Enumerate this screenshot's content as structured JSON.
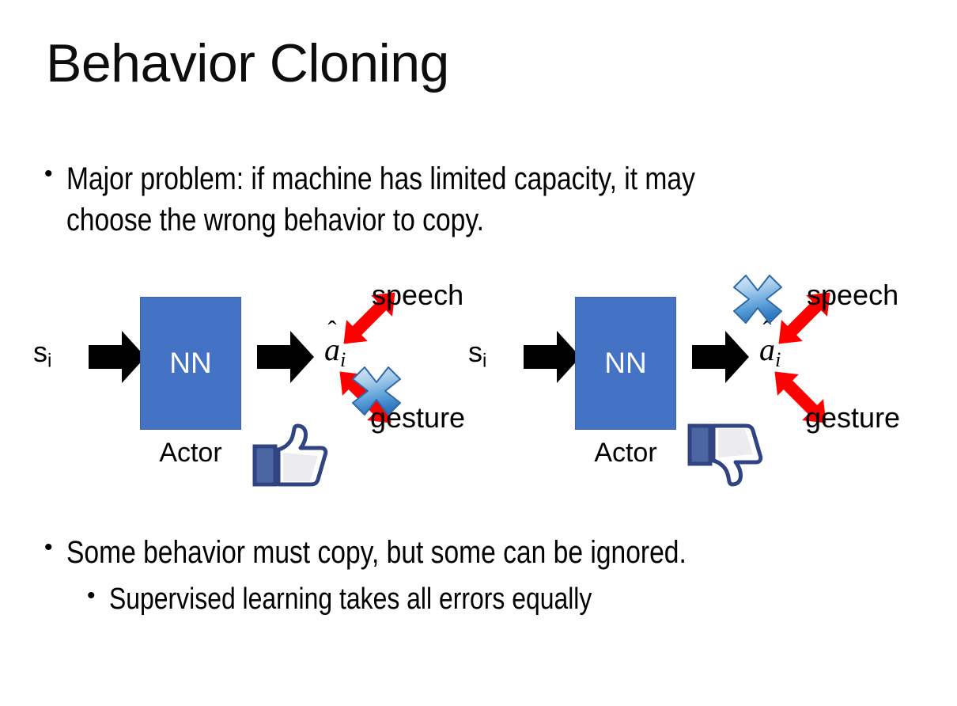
{
  "slide": {
    "title": "Behavior Cloning",
    "background_color": "#ffffff",
    "text_color": "#000000"
  },
  "bullets": {
    "top": {
      "marker": "•",
      "text": "Major problem: if machine has limited capacity, it may choose the wrong behavior to copy."
    },
    "bottom_primary": {
      "marker": "•",
      "text": "Some behavior must copy, but some can be ignored."
    },
    "bottom_secondary": {
      "marker": "•",
      "text": "Supervised learning takes all errors equally"
    }
  },
  "diagrams": [
    {
      "id": "diagram-1",
      "state_symbol": "s",
      "state_subscript": "i",
      "in_arrow_icon": "black-block-arrow-right-icon",
      "box_label": "NN",
      "box_caption": "Actor",
      "box_color": "#4472C4",
      "box_border_color": "#3c65ad",
      "box_text_color": "#ffffff",
      "out_arrow_icon": "black-block-arrow-right-icon",
      "action_symbol": "a",
      "action_hat": "ˆ",
      "action_subscript": "i",
      "output_upper_label": "speech",
      "output_lower_label": "gesture",
      "red_arrow_color": "#FF0000",
      "crossed_out": "gesture",
      "x_mark_icon": "blue-x-cross-icon",
      "feedback_icon": "thumbs-up-icon",
      "feedback_color": "#3b5998"
    },
    {
      "id": "diagram-2",
      "state_symbol": "s",
      "state_subscript": "i",
      "in_arrow_icon": "black-block-arrow-right-icon",
      "box_label": "NN",
      "box_caption": "Actor",
      "box_color": "#4472C4",
      "box_border_color": "#3c65ad",
      "box_text_color": "#ffffff",
      "out_arrow_icon": "black-block-arrow-right-icon",
      "action_symbol": "a",
      "action_hat": "ˆ",
      "action_subscript": "i",
      "output_upper_label": "speech",
      "output_lower_label": "gesture",
      "red_arrow_color": "#FF0000",
      "crossed_out": "speech",
      "x_mark_icon": "blue-x-cross-icon",
      "feedback_icon": "thumbs-down-icon",
      "feedback_color": "#3b5998"
    }
  ]
}
